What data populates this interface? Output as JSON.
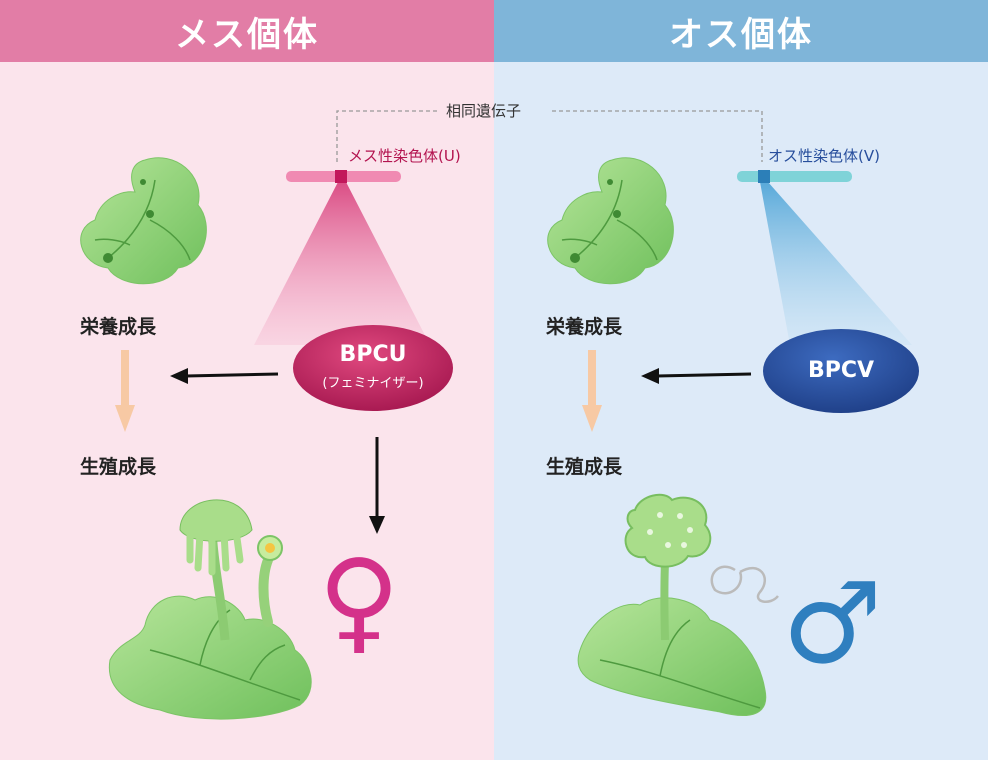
{
  "header": {
    "female": "メス個体",
    "male": "オス個体"
  },
  "homologous_label": "相同遺伝子",
  "female": {
    "chromosome_label": "メス性染色体(U)",
    "gene_name": "BPCU",
    "gene_role": "(フェミナイザー)",
    "vegetative": "栄養成長",
    "reproductive": "生殖成長",
    "sex_symbol": "♀"
  },
  "male": {
    "chromosome_label": "オス性染色体(V)",
    "gene_name": "BPCV",
    "vegetative": "栄養成長",
    "reproductive": "生殖成長",
    "sex_symbol": "♂"
  },
  "colors": {
    "female_bg": "#fbe4ec",
    "male_bg": "#ddeaf8",
    "female_header": "#e27da6",
    "male_header": "#7fb5d9",
    "female_gene": "#c0245f",
    "male_gene": "#274e9c",
    "female_symbol": "#d4318a",
    "male_symbol": "#2f7fbf",
    "plant_green": "#8fd17a"
  }
}
